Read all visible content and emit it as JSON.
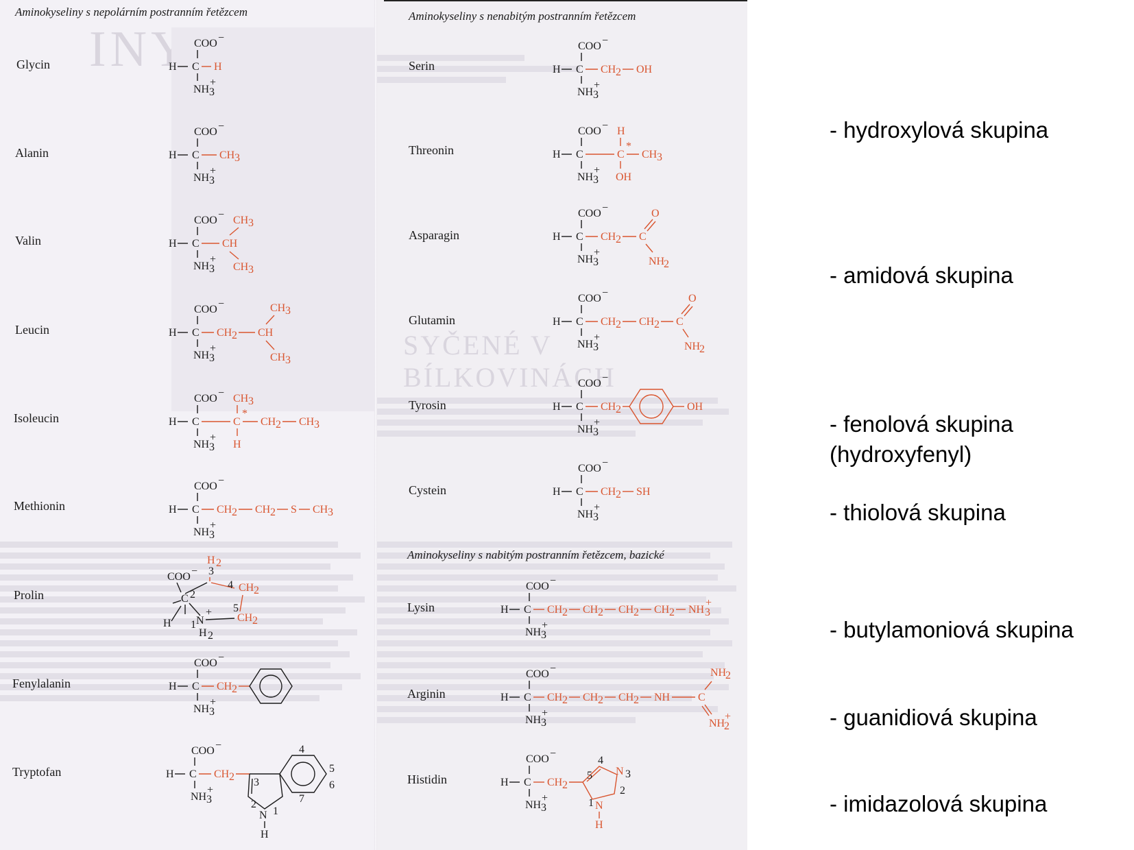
{
  "left_page": {
    "heading": "Aminokyseliny s nepolárním postranním řetězcem",
    "amino_acids": [
      {
        "name": "Glycin"
      },
      {
        "name": "Alanin"
      },
      {
        "name": "Valin"
      },
      {
        "name": "Leucin"
      },
      {
        "name": "Isoleucin"
      },
      {
        "name": "Methionin"
      },
      {
        "name": "Prolin"
      },
      {
        "name": "Fenylalanin"
      },
      {
        "name": "Tryptofan"
      }
    ]
  },
  "right_page": {
    "heading_uncharged": "Aminokyseliny s nenabitým postranním řetězcem",
    "uncharged": [
      {
        "name": "Serin"
      },
      {
        "name": "Threonin"
      },
      {
        "name": "Asparagin"
      },
      {
        "name": "Glutamin"
      },
      {
        "name": "Tyrosin"
      },
      {
        "name": "Cystein"
      }
    ],
    "heading_basic": "Aminokyseliny s nabitým postranním řetězcem, bazické",
    "basic": [
      {
        "name": "Lysin"
      },
      {
        "name": "Arginin"
      },
      {
        "name": "Histidin"
      }
    ]
  },
  "group_labels": [
    "- hydroxylová skupina",
    "- amidová skupina",
    "- fenolová skupina",
    "(hydroxyfenyl)",
    "- thiolová skupina",
    "- butylamoniová skupina",
    "- guanidiová skupina",
    "- imidazolová skupina"
  ],
  "colors": {
    "structure_black": "#1b1b1b",
    "side_chain_orange": "#d9552f",
    "page_background": "#f3f1f6"
  }
}
